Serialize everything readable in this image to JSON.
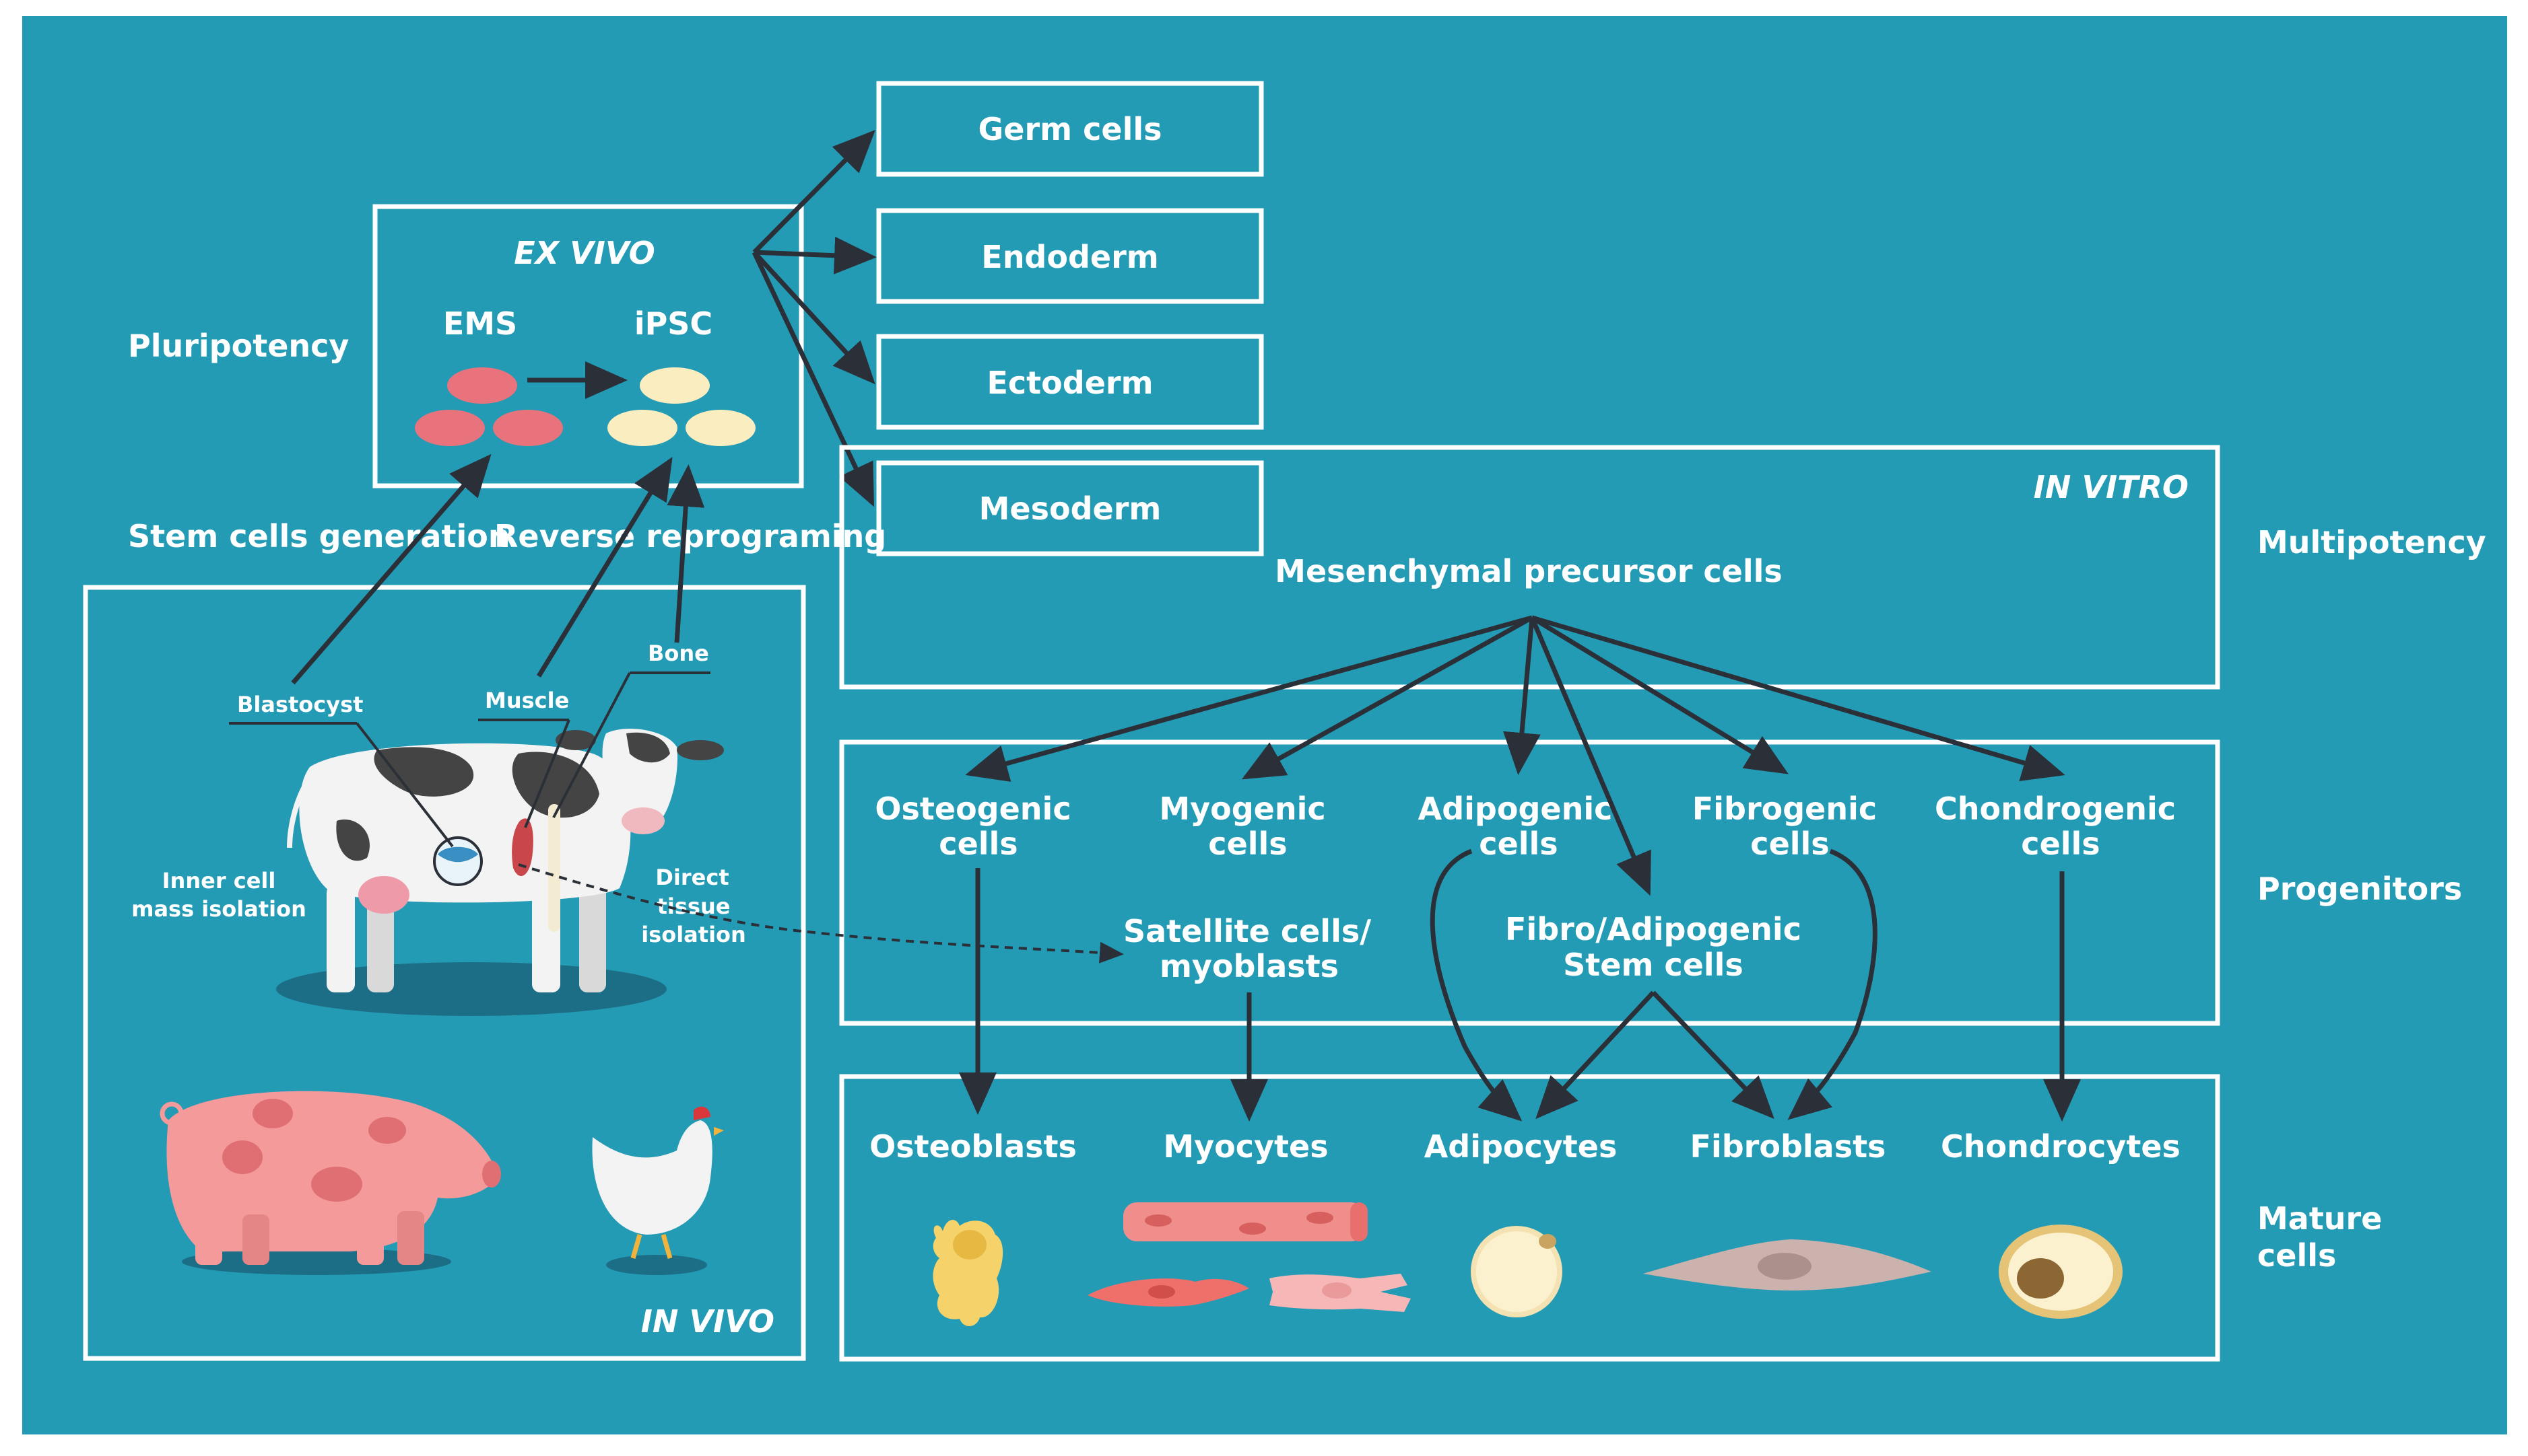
{
  "colors": {
    "background": "#249bb5",
    "stroke": "#ffffff",
    "arrow": "#2b3038",
    "ems_cell": "#e9737c",
    "ipsc_cell": "#faeec0",
    "shadow": "#1c6e86"
  },
  "side_labels": {
    "pluripotency": "Pluripotency",
    "multipotency": "Multipotency",
    "progenitors": "Progenitors",
    "mature_line1": "Mature",
    "mature_line2": "cells"
  },
  "ex_vivo": {
    "title": "EX VIVO",
    "ems": "EMS",
    "ipsc": "iPSC"
  },
  "germ_layers": [
    "Germ cells",
    "Endoderm",
    "Ectoderm",
    "Mesoderm"
  ],
  "process_labels": {
    "stem_cells_generation": "Stem cells generation",
    "reverse_reprograming": "Reverse reprograming"
  },
  "in_vivo": {
    "title": "IN VIVO",
    "blastocyst": "Blastocyst",
    "muscle": "Muscle",
    "bone": "Bone",
    "inner_cell_line1": "Inner cell",
    "inner_cell_line2": "mass isolation",
    "direct_line1": "Direct",
    "direct_line2": "tissue",
    "direct_line3": "isolation"
  },
  "in_vitro": {
    "title": "IN VITRO",
    "mesenchymal": "Mesenchymal precursor cells"
  },
  "progenitors": {
    "osteogenic_1": "Osteogenic",
    "osteogenic_2": "cells",
    "myogenic_1": "Myogenic",
    "myogenic_2": "cells",
    "adipogenic_1": "Adipogenic",
    "adipogenic_2": "cells",
    "fibrogenic_1": "Fibrogenic",
    "fibrogenic_2": "cells",
    "chondrogenic_1": "Chondrogenic",
    "chondrogenic_2": "cells",
    "satellite_1": "Satellite cells/",
    "satellite_2": "myoblasts",
    "fap_1": "Fibro/Adipogenic",
    "fap_2": "Stem cells"
  },
  "mature": {
    "osteoblasts": "Osteoblasts",
    "myocytes": "Myocytes",
    "adipocytes": "Adipocytes",
    "fibroblasts": "Fibroblasts",
    "chondrocytes": "Chondrocytes"
  }
}
